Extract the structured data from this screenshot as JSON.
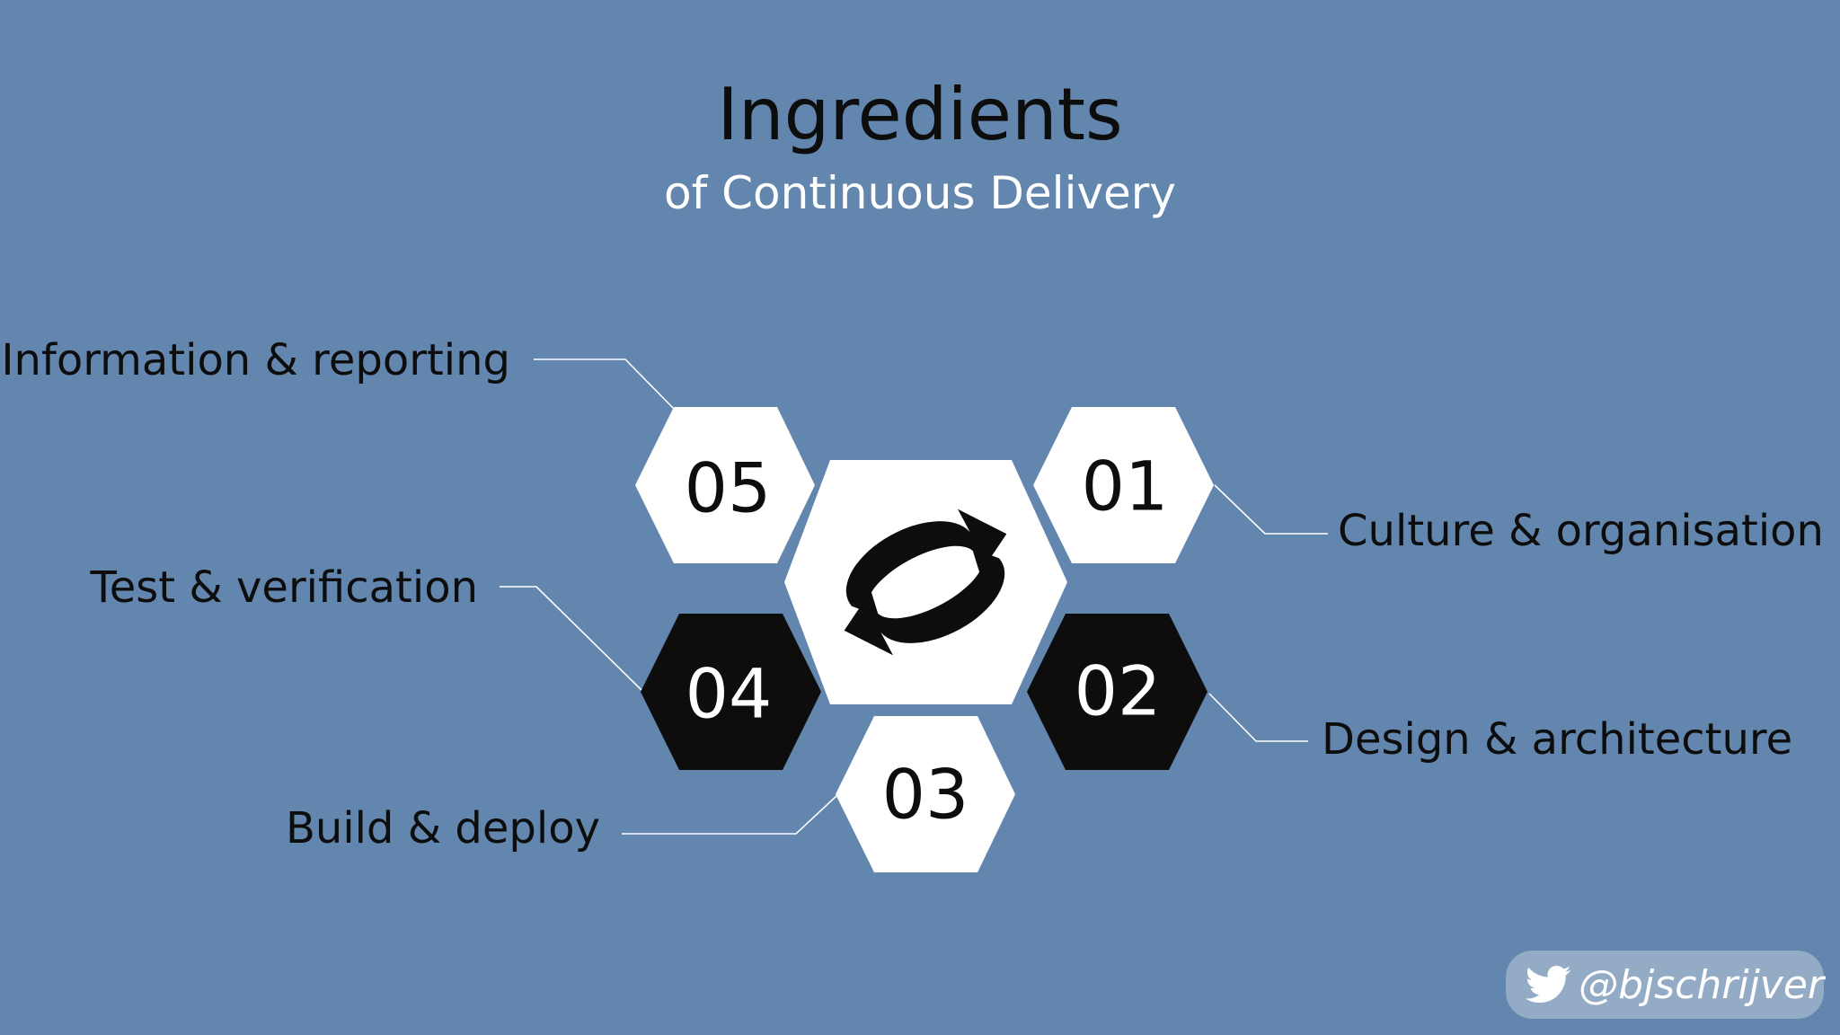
{
  "title": "Ingredients",
  "subtitle": "of Continuous Delivery",
  "items": [
    {
      "number": "01",
      "label": "Culture & organisation"
    },
    {
      "number": "02",
      "label": "Design & architecture"
    },
    {
      "number": "03",
      "label": "Build & deploy"
    },
    {
      "number": "04",
      "label": "Test & verification"
    },
    {
      "number": "05",
      "label": "Information & reporting"
    }
  ],
  "center_icon": "refresh-arrows-icon",
  "twitter": {
    "icon": "twitter-bird-icon",
    "handle": "@bjschrijver"
  },
  "colors": {
    "background": "#6386ae",
    "hex_light": "#ffffff",
    "hex_dark": "#0d0d0d",
    "connector": "#ffffff"
  }
}
